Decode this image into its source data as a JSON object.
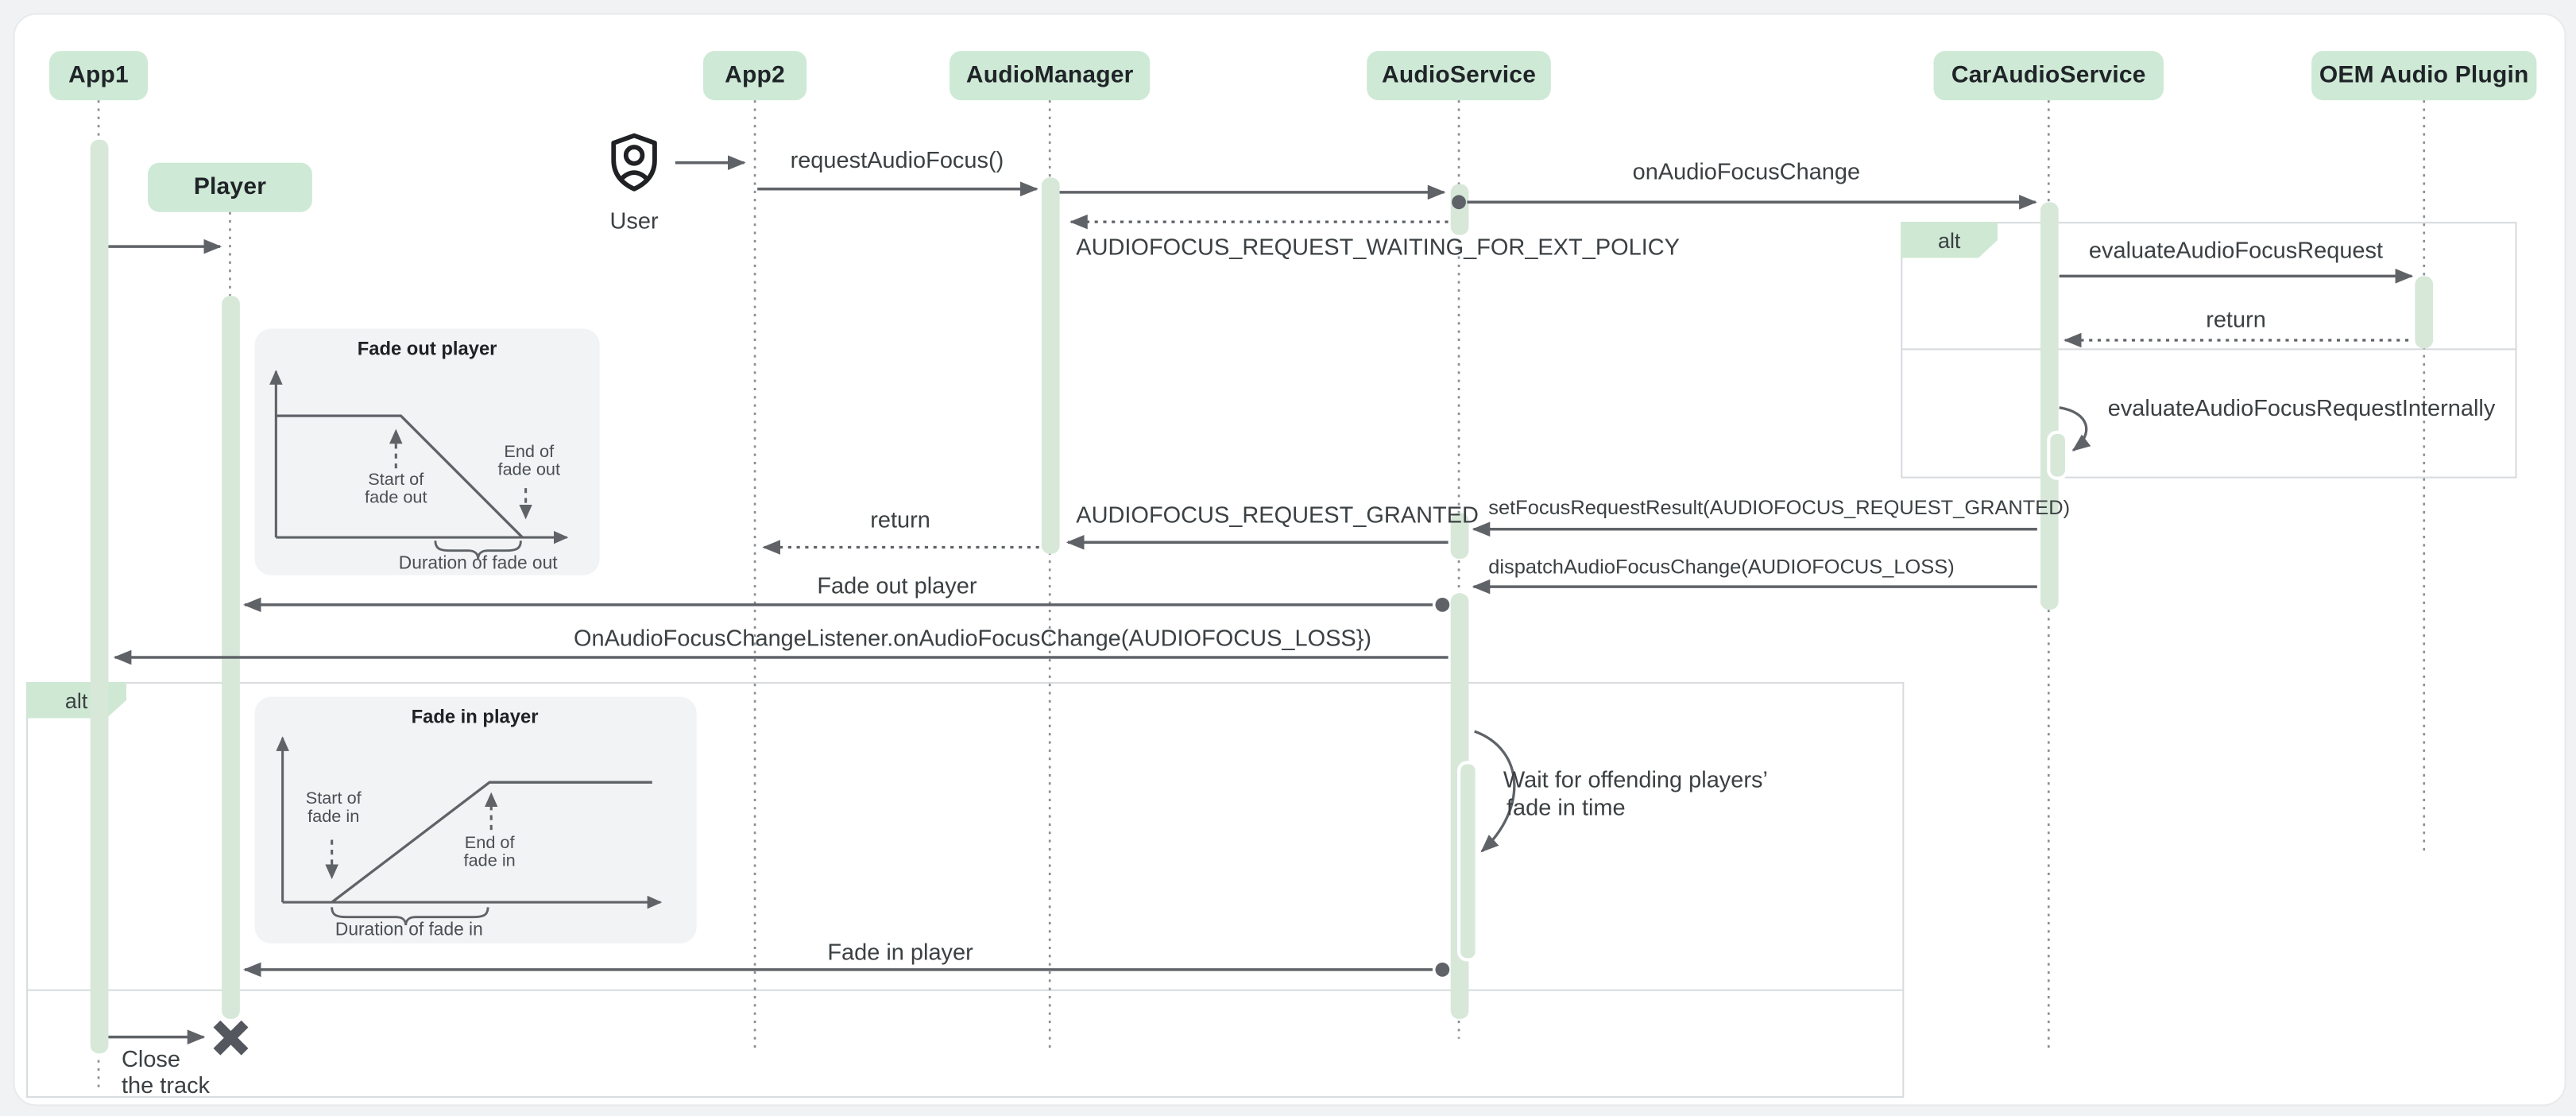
{
  "diagram": {
    "participants": [
      {
        "label": "App1"
      },
      {
        "label": "App2"
      },
      {
        "label": "AudioManager"
      },
      {
        "label": "AudioService"
      },
      {
        "label": "CarAudioService"
      },
      {
        "label": "OEM Audio Plugin"
      }
    ],
    "sub_participant": {
      "label": "Player"
    },
    "actor": {
      "label": "User"
    },
    "fragments": {
      "left": {
        "label": "alt"
      },
      "right": {
        "label": "alt"
      }
    },
    "messages": {
      "request_audio_focus": "requestAudioFocus()",
      "on_audio_focus_change": "onAudioFocusChange",
      "waiting_for_ext_policy": "AUDIOFOCUS_REQUEST_WAITING_FOR_EXT_POLICY",
      "evaluate_audio_focus_request": "evaluateAudioFocusRequest",
      "return_from_oem": "return",
      "evaluate_audio_focus_request_internally": "evaluateAudioFocusRequestInternally",
      "set_focus_request_result": "setFocusRequestResult(AUDIOFOCUS_REQUEST_GRANTED)",
      "request_granted": "AUDIOFOCUS_REQUEST_GRANTED",
      "return_to_app2": "return",
      "dispatch_audio_focus_change": "dispatchAudioFocusChange(AUDIOFOCUS_LOSS)",
      "fade_out_player": "Fade out player",
      "on_focus_change_listener": "OnAudioFocusChangeListener.onAudioFocusChange(AUDIOFOCUS_LOSS})",
      "wait_note_line1": "Wait for offending players’",
      "wait_note_line2": "fade in time",
      "fade_in_player": "Fade in player",
      "close_line1": "Close",
      "close_line2": "the track"
    },
    "insets": {
      "fade_out": {
        "title": "Fade out player",
        "start_line1": "Start of",
        "start_line2": "fade out",
        "end_line1": "End of",
        "end_line2": "fade out",
        "duration": "Duration of fade out"
      },
      "fade_in": {
        "title": "Fade in player",
        "start_line1": "Start of",
        "start_line2": "fade in",
        "end_line1": "End of",
        "end_line2": "fade in",
        "duration": "Duration of fade in"
      }
    },
    "colors": {
      "page_bg": "#f0f2f3",
      "card_bg": "#ffffff",
      "participant_fill": "#cee9d5",
      "activation_fill": "#d7e8d9",
      "frame_border": "#d8dbde",
      "arrow": "#5f6368",
      "text": "#3b4043",
      "inset_bg": "#f1f3f4"
    }
  }
}
